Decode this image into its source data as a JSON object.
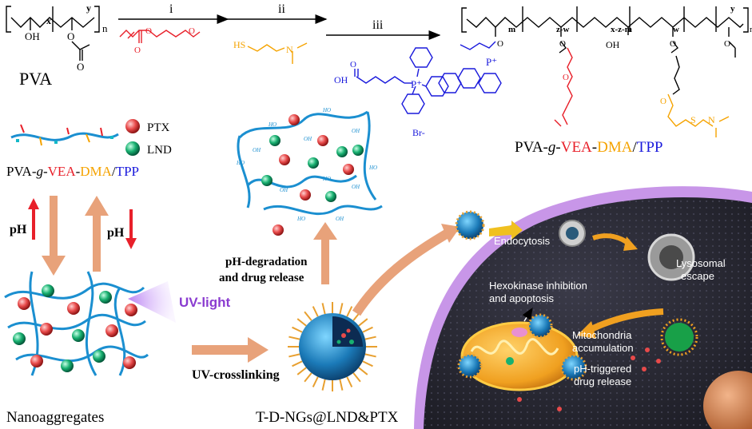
{
  "scheme": {
    "reagents": {
      "step1": "i",
      "step2": "ii",
      "step3": "iii"
    },
    "pva": {
      "label": "PVA",
      "oh": "OH",
      "x": "x",
      "y": "y",
      "n": "n"
    },
    "tpp_reagent": {
      "oh": "OH",
      "p_plus": "P⁺",
      "counterion": "Br-"
    },
    "product": {
      "subscripts": {
        "m": "m",
        "zw": "z-w",
        "xzm": "x-z-m",
        "w": "w",
        "y": "y",
        "n": "n"
      },
      "oh": "OH",
      "p_plus": "P⁺",
      "name_prefix": "PVA-",
      "name_g": "g",
      "name_dash1": "-",
      "name_vea": "VEA",
      "name_dash2": "-",
      "name_dma": "DMA",
      "name_slash": "/",
      "name_tpp": "TPP"
    },
    "thiol": {
      "hs": "HS",
      "n": "N"
    }
  },
  "legend": {
    "ptx": "PTX",
    "lnd": "LND",
    "polymer_prefix": "PVA-",
    "polymer_g": "g",
    "polymer_dash1": "-",
    "polymer_vea": "VEA",
    "polymer_dash2": "-",
    "polymer_dma": "DMA",
    "polymer_slash": "/",
    "polymer_tpp": "TPP"
  },
  "process": {
    "ph_up": "pH",
    "ph_down": "pH",
    "uv_light": "UV-light",
    "uv_crosslinking": "UV-crosslinking",
    "nanoaggregates": "Nanoaggregates",
    "nanogel": "T-D-NGs@LND&PTX",
    "degradation_line1": "pH-degradation",
    "degradation_line2": "and drug release"
  },
  "cell": {
    "endocytosis": "Endocytosis",
    "lysosomal_line1": "Lysosomal",
    "lysosomal_line2": "escape",
    "hexokinase_line1": "Hexokinase inhibition",
    "hexokinase_line2": "and apoptosis",
    "mito_line1": "Mitochondria",
    "mito_line2": "accumulation",
    "release_line1": "pH-triggered",
    "release_line2": "drug release"
  },
  "colors": {
    "red": "#e8202a",
    "orange": "#f5a300",
    "blue": "#1a1adc",
    "ptx": "#e84a4a",
    "lnd": "#18b070",
    "chain": "#1b8fd0",
    "membrane": "#b66fe0",
    "arrow": "#e89060",
    "cytoplasm": "#2b2b36"
  }
}
